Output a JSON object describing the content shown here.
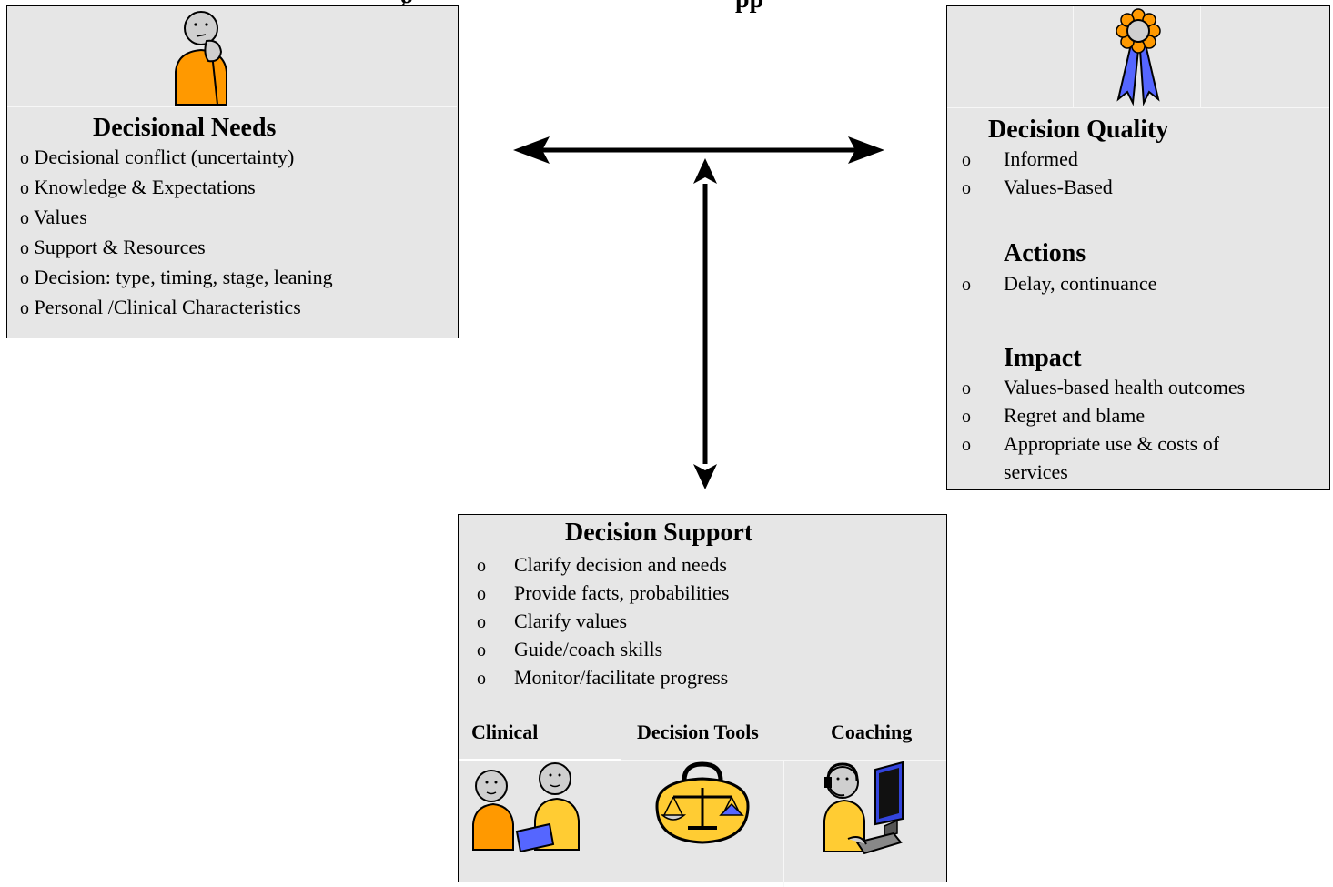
{
  "header": {
    "left_fragment": "g",
    "right_fragment": "pp"
  },
  "decisional_needs": {
    "heading": "Decisional Needs",
    "bullet": "o",
    "items": [
      "Decisional conflict (uncertainty)",
      "Knowledge & Expectations",
      "Values",
      "Support & Resources",
      "Decision: type, timing, stage, leaning",
      "Personal /Clinical Characteristics"
    ]
  },
  "decision_quality": {
    "heading": "Decision Quality",
    "bullet": "o",
    "items": [
      "Informed",
      "Values-Based"
    ],
    "actions_heading": "Actions",
    "actions_items": [
      "Delay, continuance"
    ],
    "impact_heading": "Impact",
    "impact_items": [
      "Values-based health outcomes",
      "Regret and blame",
      "Appropriate use & costs of",
      "services"
    ]
  },
  "decision_support": {
    "heading": "Decision Support",
    "bullet": "o",
    "items": [
      "Clarify decision and needs",
      "Provide facts, probabilities",
      "Clarify values",
      "Guide/coach skills",
      "Monitor/facilitate progress"
    ],
    "columns": [
      "Clinical",
      "Decision Tools",
      "Coaching"
    ]
  },
  "icons": {
    "thinking_person": "thinking-person-icon",
    "ribbon": "award-ribbon-icon",
    "clinicians": "clinicians-icon",
    "toolbag": "decision-toolbag-icon",
    "coach": "coach-computer-icon"
  },
  "colors": {
    "box_fill": "#e6e6e6",
    "orange": "#ff9900",
    "yellow": "#ffcc33",
    "blue": "#5566ff",
    "skin": "#cfcfcf"
  }
}
